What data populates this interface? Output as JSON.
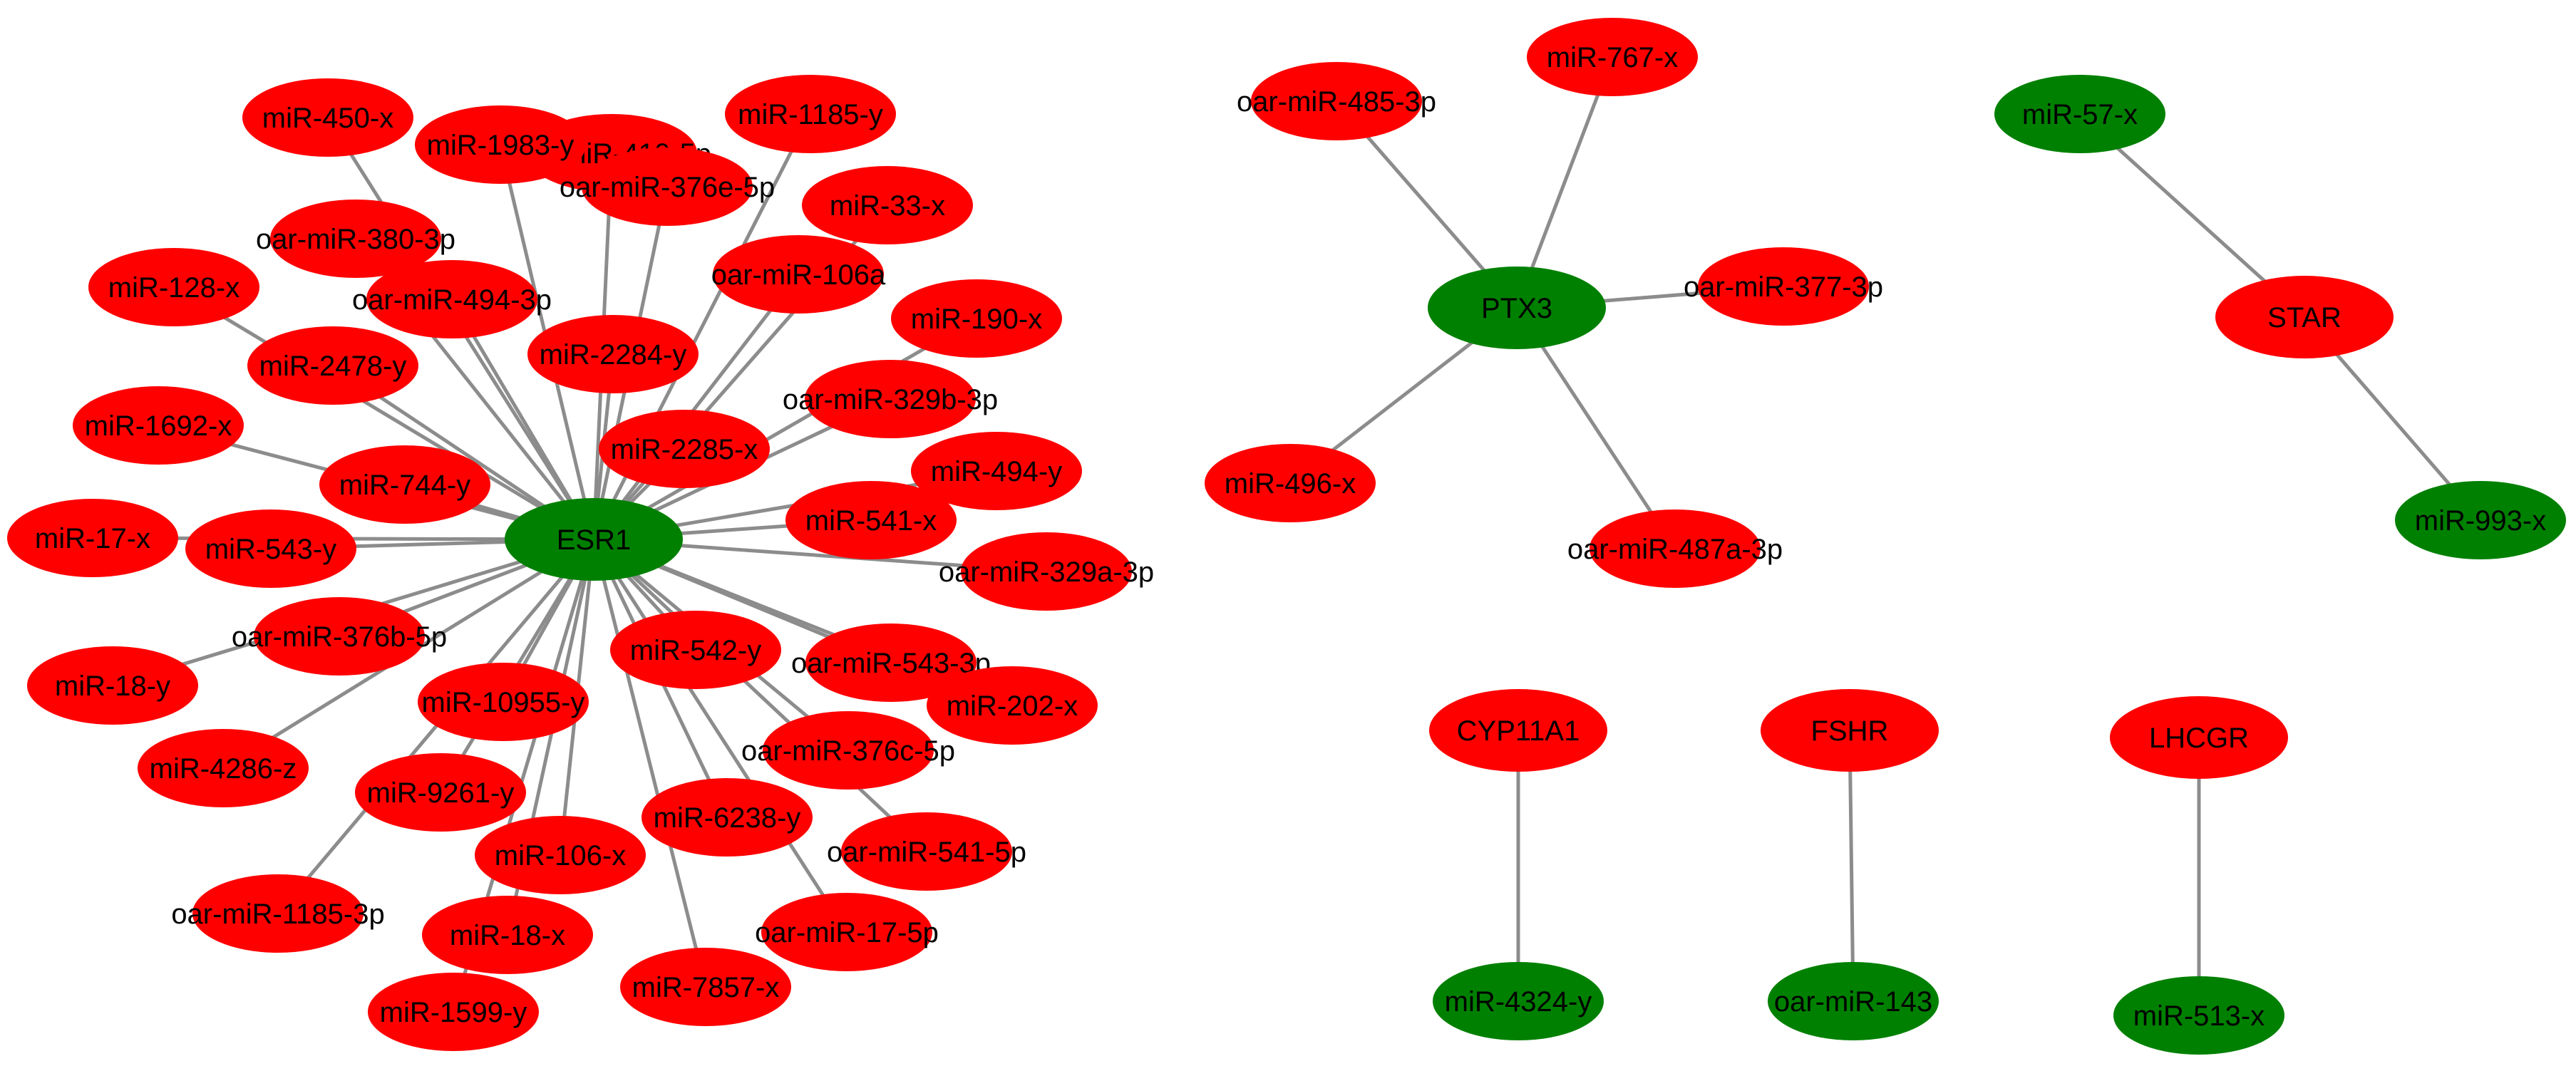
{
  "colors": {
    "red_node": "#ff0000",
    "green_node": "#008000",
    "edge": "#8c8c8c",
    "label": "#000000"
  },
  "nodes": [
    {
      "id": "ESR1",
      "label": "ESR1",
      "color": "green"
    },
    {
      "id": "oar-miR-410-5p",
      "label": "oar-miR-410-5p",
      "color": "red"
    },
    {
      "id": "miR-450-x",
      "label": "miR-450-x",
      "color": "red"
    },
    {
      "id": "miR-1185-y",
      "label": "miR-1185-y",
      "color": "red"
    },
    {
      "id": "miR-1983-y",
      "label": "miR-1983-y",
      "color": "red"
    },
    {
      "id": "oar-miR-376e-5p",
      "label": "oar-miR-376e-5p",
      "color": "red"
    },
    {
      "id": "miR-33-x",
      "label": "miR-33-x",
      "color": "red"
    },
    {
      "id": "oar-miR-380-3p",
      "label": "oar-miR-380-3p",
      "color": "red"
    },
    {
      "id": "miR-128-x",
      "label": "miR-128-x",
      "color": "red"
    },
    {
      "id": "oar-miR-106a",
      "label": "oar-miR-106a",
      "color": "red"
    },
    {
      "id": "oar-miR-494-3p",
      "label": "oar-miR-494-3p",
      "color": "red"
    },
    {
      "id": "miR-190-x",
      "label": "miR-190-x",
      "color": "red"
    },
    {
      "id": "miR-2478-y",
      "label": "miR-2478-y",
      "color": "red"
    },
    {
      "id": "miR-2284-y",
      "label": "miR-2284-y",
      "color": "red"
    },
    {
      "id": "oar-miR-329b-3p",
      "label": "oar-miR-329b-3p",
      "color": "red"
    },
    {
      "id": "miR-1692-x",
      "label": "miR-1692-x",
      "color": "red"
    },
    {
      "id": "miR-2285-x",
      "label": "miR-2285-x",
      "color": "red"
    },
    {
      "id": "miR-494-y",
      "label": "miR-494-y",
      "color": "red"
    },
    {
      "id": "miR-744-y",
      "label": "miR-744-y",
      "color": "red"
    },
    {
      "id": "miR-541-x",
      "label": "miR-541-x",
      "color": "red"
    },
    {
      "id": "miR-17-x",
      "label": "miR-17-x",
      "color": "red"
    },
    {
      "id": "miR-543-y",
      "label": "miR-543-y",
      "color": "red"
    },
    {
      "id": "oar-miR-329a-3p",
      "label": "oar-miR-329a-3p",
      "color": "red"
    },
    {
      "id": "oar-miR-376b-5p",
      "label": "oar-miR-376b-5p",
      "color": "red"
    },
    {
      "id": "miR-542-y",
      "label": "miR-542-y",
      "color": "red"
    },
    {
      "id": "oar-miR-543-3p",
      "label": "oar-miR-543-3p",
      "color": "red"
    },
    {
      "id": "miR-18-y",
      "label": "miR-18-y",
      "color": "red"
    },
    {
      "id": "miR-10955-y",
      "label": "miR-10955-y",
      "color": "red"
    },
    {
      "id": "miR-202-x",
      "label": "miR-202-x",
      "color": "red"
    },
    {
      "id": "oar-miR-376c-5p",
      "label": "oar-miR-376c-5p",
      "color": "red"
    },
    {
      "id": "miR-4286-z",
      "label": "miR-4286-z",
      "color": "red"
    },
    {
      "id": "miR-9261-y",
      "label": "miR-9261-y",
      "color": "red"
    },
    {
      "id": "miR-6238-y",
      "label": "miR-6238-y",
      "color": "red"
    },
    {
      "id": "oar-miR-541-5p",
      "label": "oar-miR-541-5p",
      "color": "red"
    },
    {
      "id": "miR-106-x",
      "label": "miR-106-x",
      "color": "red"
    },
    {
      "id": "oar-miR-1185-3p",
      "label": "oar-miR-1185-3p",
      "color": "red"
    },
    {
      "id": "oar-miR-17-5p",
      "label": "oar-miR-17-5p",
      "color": "red"
    },
    {
      "id": "miR-18-x",
      "label": "miR-18-x",
      "color": "red"
    },
    {
      "id": "miR-7857-x",
      "label": "miR-7857-x",
      "color": "red"
    },
    {
      "id": "miR-1599-y",
      "label": "miR-1599-y",
      "color": "red"
    },
    {
      "id": "PTX3",
      "label": "PTX3",
      "color": "green"
    },
    {
      "id": "oar-miR-485-3p",
      "label": "oar-miR-485-3p",
      "color": "red"
    },
    {
      "id": "miR-767-x",
      "label": "miR-767-x",
      "color": "red"
    },
    {
      "id": "oar-miR-377-3p",
      "label": "oar-miR-377-3p",
      "color": "red"
    },
    {
      "id": "miR-496-x",
      "label": "miR-496-x",
      "color": "red"
    },
    {
      "id": "oar-miR-487a-3p",
      "label": "oar-miR-487a-3p",
      "color": "red"
    },
    {
      "id": "STAR",
      "label": "STAR",
      "color": "red"
    },
    {
      "id": "miR-57-x",
      "label": "miR-57-x",
      "color": "green"
    },
    {
      "id": "miR-993-x",
      "label": "miR-993-x",
      "color": "green"
    },
    {
      "id": "CYP11A1",
      "label": "CYP11A1",
      "color": "red"
    },
    {
      "id": "miR-4324-y",
      "label": "miR-4324-y",
      "color": "green"
    },
    {
      "id": "FSHR",
      "label": "FSHR",
      "color": "red"
    },
    {
      "id": "oar-miR-143",
      "label": "oar-miR-143",
      "color": "green"
    },
    {
      "id": "LHCGR",
      "label": "LHCGR",
      "color": "red"
    },
    {
      "id": "miR-513-x",
      "label": "miR-513-x",
      "color": "green"
    }
  ],
  "edges": [
    [
      "ESR1",
      "oar-miR-410-5p"
    ],
    [
      "ESR1",
      "miR-450-x"
    ],
    [
      "ESR1",
      "miR-1185-y"
    ],
    [
      "ESR1",
      "miR-1983-y"
    ],
    [
      "ESR1",
      "oar-miR-376e-5p"
    ],
    [
      "ESR1",
      "miR-33-x"
    ],
    [
      "ESR1",
      "oar-miR-380-3p"
    ],
    [
      "ESR1",
      "miR-128-x"
    ],
    [
      "ESR1",
      "oar-miR-106a"
    ],
    [
      "ESR1",
      "oar-miR-494-3p"
    ],
    [
      "ESR1",
      "miR-190-x"
    ],
    [
      "ESR1",
      "miR-2478-y"
    ],
    [
      "ESR1",
      "miR-2284-y"
    ],
    [
      "ESR1",
      "oar-miR-329b-3p"
    ],
    [
      "ESR1",
      "miR-1692-x"
    ],
    [
      "ESR1",
      "miR-2285-x"
    ],
    [
      "ESR1",
      "miR-494-y"
    ],
    [
      "ESR1",
      "miR-744-y"
    ],
    [
      "ESR1",
      "miR-541-x"
    ],
    [
      "ESR1",
      "miR-17-x"
    ],
    [
      "ESR1",
      "miR-543-y"
    ],
    [
      "ESR1",
      "oar-miR-329a-3p"
    ],
    [
      "ESR1",
      "oar-miR-376b-5p"
    ],
    [
      "ESR1",
      "miR-542-y"
    ],
    [
      "ESR1",
      "oar-miR-543-3p"
    ],
    [
      "ESR1",
      "miR-18-y"
    ],
    [
      "ESR1",
      "miR-10955-y"
    ],
    [
      "ESR1",
      "miR-202-x"
    ],
    [
      "ESR1",
      "oar-miR-376c-5p"
    ],
    [
      "ESR1",
      "miR-4286-z"
    ],
    [
      "ESR1",
      "miR-9261-y"
    ],
    [
      "ESR1",
      "miR-6238-y"
    ],
    [
      "ESR1",
      "oar-miR-541-5p"
    ],
    [
      "ESR1",
      "miR-106-x"
    ],
    [
      "ESR1",
      "oar-miR-1185-3p"
    ],
    [
      "ESR1",
      "oar-miR-17-5p"
    ],
    [
      "ESR1",
      "miR-18-x"
    ],
    [
      "ESR1",
      "miR-7857-x"
    ],
    [
      "ESR1",
      "miR-1599-y"
    ],
    [
      "PTX3",
      "oar-miR-485-3p"
    ],
    [
      "PTX3",
      "miR-767-x"
    ],
    [
      "PTX3",
      "oar-miR-377-3p"
    ],
    [
      "PTX3",
      "miR-496-x"
    ],
    [
      "PTX3",
      "oar-miR-487a-3p"
    ],
    [
      "STAR",
      "miR-57-x"
    ],
    [
      "STAR",
      "miR-993-x"
    ],
    [
      "CYP11A1",
      "miR-4324-y"
    ],
    [
      "FSHR",
      "oar-miR-143"
    ],
    [
      "LHCGR",
      "miR-513-x"
    ]
  ]
}
